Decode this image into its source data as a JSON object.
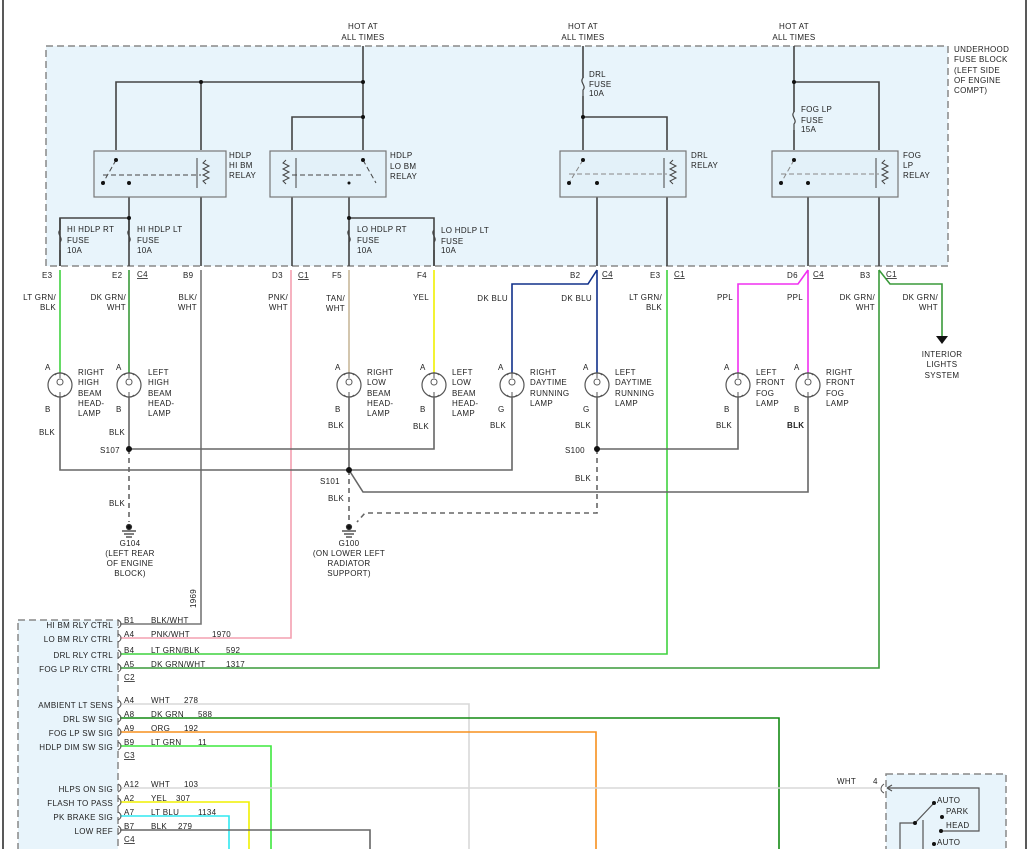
{
  "colors": {
    "lt_grn_blk": "#3fd23f",
    "dk_grn_wht": "#3a9a3a",
    "blk_wht": "#777777",
    "pnk_wht": "#f4a0b0",
    "tan_wht": "#c8b89a",
    "yel": "#f0f000",
    "dk_blu": "#10308a",
    "ppl": "#f030f0",
    "wht": "#d8d8d8",
    "dk_grn": "#138a13",
    "org": "#f7901e",
    "lt_grn": "#3ee83e",
    "lt_blu": "#30e8f0",
    "blk": "#666666",
    "fuse_block_fill": "#e8f4fb"
  },
  "supply": {
    "hot": [
      "HOT AT",
      "ALL TIMES"
    ]
  },
  "fuse_block": {
    "label": [
      "UNDERHOOD",
      "FUSE BLOCK",
      "(LEFT SIDE",
      "OF ENGINE",
      "COMPT)"
    ]
  },
  "relays": {
    "hi": [
      "HDLP",
      "HI BM",
      "RELAY"
    ],
    "lo": [
      "HDLP",
      "LO BM",
      "RELAY"
    ],
    "drl": [
      "DRL",
      "RELAY"
    ],
    "fog": [
      "FOG",
      "LP",
      "RELAY"
    ]
  },
  "fuses": {
    "hi_rt": [
      "HI HDLP RT",
      "FUSE",
      "10A"
    ],
    "hi_lt": [
      "HI HDLP LT",
      "FUSE",
      "10A"
    ],
    "lo_rt": [
      "LO HDLP RT",
      "FUSE",
      "10A"
    ],
    "lo_lt": [
      "LO HDLP LT",
      "FUSE",
      "10A"
    ],
    "drl": [
      "DRL",
      "FUSE",
      "10A"
    ],
    "fog": [
      "FOG LP",
      "FUSE",
      "15A"
    ]
  },
  "connectors": {
    "e3": "E3",
    "e2": "E2",
    "c4": "C4",
    "b9": "B9",
    "d3": "D3",
    "c1": "C1",
    "f5": "F5",
    "f4": "F4",
    "b2": "B2",
    "d6": "D6",
    "b3": "B3"
  },
  "wires": {
    "lt_grn_blk": [
      "LT GRN/",
      "BLK"
    ],
    "dk_grn_wht": [
      "DK GRN/",
      "WHT"
    ],
    "blk_wht": [
      "BLK/",
      "WHT"
    ],
    "pnk_wht": [
      "PNK/",
      "WHT"
    ],
    "tan_wht": [
      "TAN/",
      "WHT"
    ],
    "yel": "YEL",
    "dk_blu": "DK BLU",
    "ppl": "PPL",
    "blk": "BLK"
  },
  "lamps": {
    "rt_high": [
      "RIGHT",
      "HIGH",
      "BEAM",
      "HEAD-",
      "LAMP"
    ],
    "lt_high": [
      "LEFT",
      "HIGH",
      "BEAM",
      "HEAD-",
      "LAMP"
    ],
    "rt_low": [
      "RIGHT",
      "LOW",
      "BEAM",
      "HEAD-",
      "LAMP"
    ],
    "lt_low": [
      "LEFT",
      "LOW",
      "BEAM",
      "HEAD-",
      "LAMP"
    ],
    "rt_drl": [
      "RIGHT",
      "DAYTIME",
      "RUNNING",
      "LAMP"
    ],
    "lt_drl": [
      "LEFT",
      "DAYTIME",
      "RUNNING",
      "LAMP"
    ],
    "lt_fog": [
      "LEFT",
      "FRONT",
      "FOG",
      "LAMP"
    ],
    "rt_fog": [
      "RIGHT",
      "FRONT",
      "FOG",
      "LAMP"
    ],
    "pin_a": "A",
    "pin_b": "B",
    "pin_g": "G"
  },
  "splices": {
    "s107": "S107",
    "s101": "S101",
    "s100": "S100"
  },
  "grounds": {
    "g104": [
      "G104",
      "(LEFT REAR",
      "OF ENGINE",
      "BLOCK)"
    ],
    "g100": [
      "G100",
      "(ON LOWER LEFT",
      "RADIATOR",
      "SUPPORT)"
    ]
  },
  "interior": [
    "INTERIOR",
    "LIGHTS",
    "SYSTEM"
  ],
  "circuit_1969": "1969",
  "module": {
    "c2": {
      "label": "C2",
      "rows": [
        {
          "name": "HI BM RLY CTRL",
          "pin": "B1",
          "color": "BLK/WHT",
          "circuit": ""
        },
        {
          "name": "LO BM RLY CTRL",
          "pin": "A4",
          "color": "PNK/WHT",
          "circuit": "1970"
        },
        {
          "name": "DRL RLY CTRL",
          "pin": "B4",
          "color": "LT GRN/BLK",
          "circuit": "592"
        },
        {
          "name": "FOG LP RLY CTRL",
          "pin": "A5",
          "color": "DK GRN/WHT",
          "circuit": "1317"
        }
      ]
    },
    "c3": {
      "label": "C3",
      "rows": [
        {
          "name": "AMBIENT LT SENS",
          "pin": "A4",
          "color": "WHT",
          "circuit": "278"
        },
        {
          "name": "DRL SW SIG",
          "pin": "A8",
          "color": "DK GRN",
          "circuit": "588"
        },
        {
          "name": "FOG LP SW SIG",
          "pin": "A9",
          "color": "ORG",
          "circuit": "192"
        },
        {
          "name": "HDLP DIM SW SIG",
          "pin": "B9",
          "color": "LT GRN",
          "circuit": "11"
        }
      ]
    },
    "c4": {
      "label": "C4",
      "rows": [
        {
          "name": "HLPS ON SIG",
          "pin": "A12",
          "color": "WHT",
          "circuit": "103"
        },
        {
          "name": "FLASH TO PASS",
          "pin": "A2",
          "color": "YEL",
          "circuit": "307"
        },
        {
          "name": "PK BRAKE SIG",
          "pin": "A7",
          "color": "LT BLU",
          "circuit": "1134"
        },
        {
          "name": "LOW REF",
          "pin": "B7",
          "color": "BLK",
          "circuit": "279"
        }
      ]
    }
  },
  "switch": {
    "wire": "WHT",
    "pin": "4",
    "positions": [
      "AUTO",
      "PARK",
      "HEAD",
      "AUTO"
    ]
  }
}
